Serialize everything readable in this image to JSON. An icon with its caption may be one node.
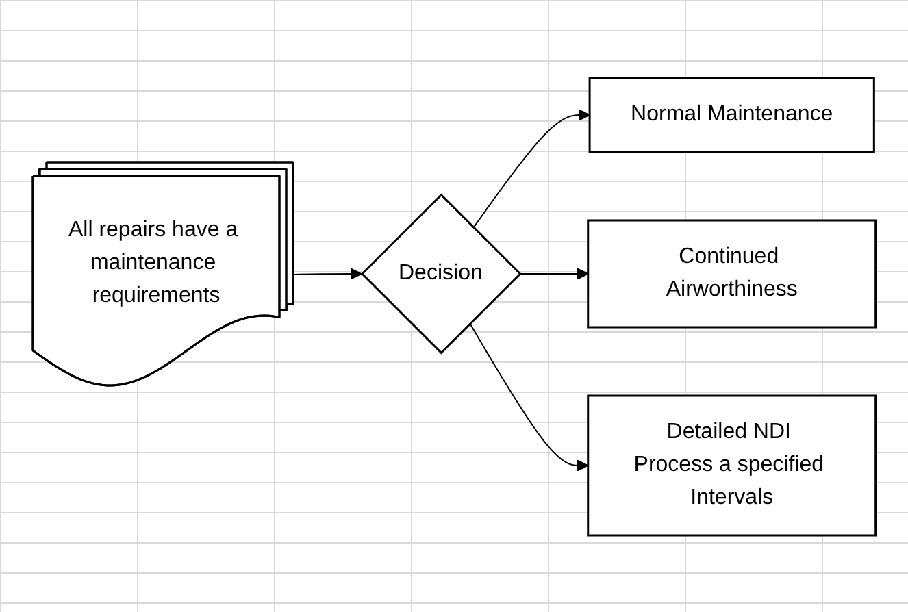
{
  "diagram": {
    "nodes": [
      {
        "text": [
          "All repairs have a maintenance requirements"
        ]
      },
      {
        "text": [
          "Decision"
        ]
      },
      {
        "text": [
          "Normal Maintenance"
        ]
      },
      {
        "text": [
          "Continued Airworthiness"
        ]
      },
      {
        "text": [
          "Detailed NDI Process a specified Intervals"
        ]
      }
    ],
    "edges": [
      {
        "from": 0,
        "to": 1,
        "arrow": "to"
      },
      {
        "from": 1,
        "to": 2,
        "arrow": "to"
      },
      {
        "from": 1,
        "to": 3,
        "arrow": "to"
      },
      {
        "from": 1,
        "to": 4,
        "arrow": "to"
      }
    ]
  }
}
